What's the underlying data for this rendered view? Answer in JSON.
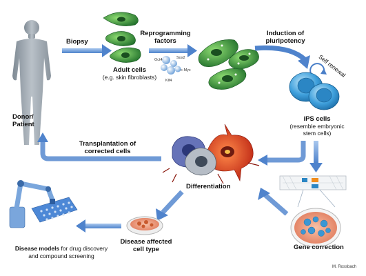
{
  "colors": {
    "arrow": "#4a7fc8",
    "arrow_light": "#8fb6e6",
    "fibroblast": "#2f8a3a",
    "fibroblast_light": "#7ccc6a",
    "ips": "#2f8fce",
    "ips_light": "#9fd6f2",
    "human": "#98a2ab",
    "red_cell": "#d93a1e",
    "dish": "#e98a6a"
  },
  "labels": {
    "biopsy": "Biopsy",
    "reprogramming": "Reprogramming\nfactors",
    "adult_cells_title": "Adult cells",
    "adult_cells_sub": "(e.g. skin fibroblasts)",
    "induction": "Induction of\npluripotency",
    "self_renewal": "Self renewal",
    "ips_title": "iPS cells",
    "ips_sub": "(resemble embryonic\nstem cells)",
    "donor": "Donor/\nPatient",
    "transplantation": "Transplantation of\ncorrected cells",
    "differentiation": "Differentiation",
    "gene_correction": "Gene correction",
    "disease_affected": "Disease affected\ncell type",
    "disease_models_bold": "Disease models",
    "disease_models_rest": " for drug discovery",
    "disease_models_line2": "and compound screening",
    "credit": "M. Rossbach"
  },
  "factors": [
    "Oct4",
    "Sox2",
    "c-Myc",
    "Klf4"
  ]
}
